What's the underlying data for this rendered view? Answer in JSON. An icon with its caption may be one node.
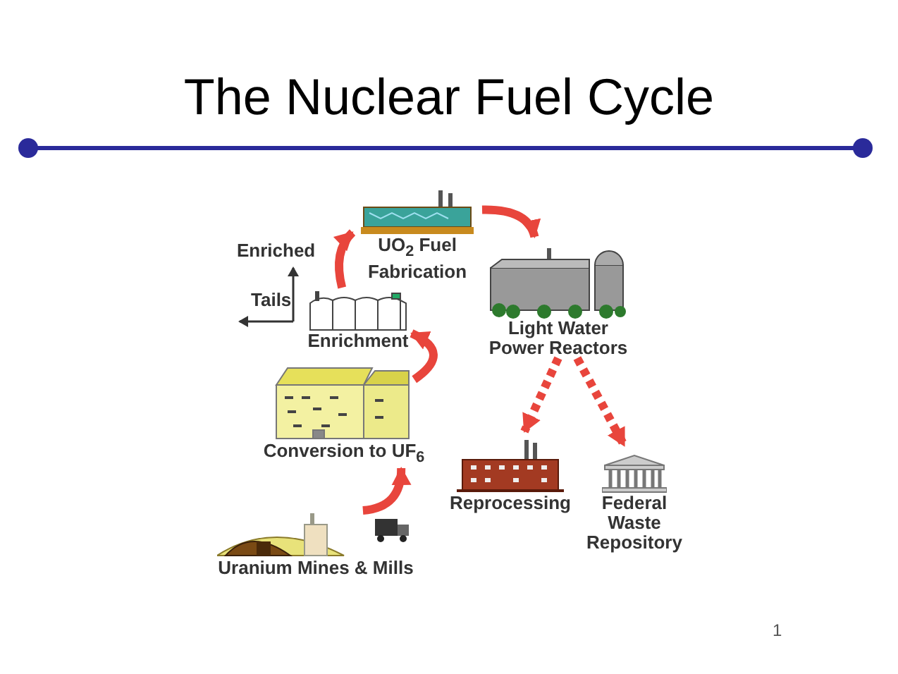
{
  "diagram": {
    "title": "The Nuclear Fuel Cycle",
    "nodes": [
      {
        "text": [
          "UO$_{2}$ Fuel Fabrication"
        ]
      },
      {
        "text": [
          "Enrichment"
        ]
      },
      {
        "text": [
          "Light Water Power Reactors"
        ]
      },
      {
        "text": [
          "Conversion to UF$_{6}$"
        ]
      },
      {
        "text": [
          "Reprocessing"
        ]
      },
      {
        "text": [
          "Federal Waste Repository"
        ]
      },
      {
        "text": [
          "Uranium Mines & Mills"
        ]
      }
    ],
    "edges": [
      {
        "from": 6,
        "to": 3,
        "arrow": "to"
      },
      {
        "from": 3,
        "to": 1,
        "arrow": "to"
      },
      {
        "from": 1,
        "to": 0,
        "arrow": "to"
      },
      {
        "from": 0,
        "to": 2,
        "arrow": "to"
      },
      {
        "from": 2,
        "to": 4,
        "arrow": "to",
        "style": "dashed"
      },
      {
        "from": 2,
        "to": 5,
        "arrow": "to",
        "style": "dashed"
      }
    ],
    "labels": [
      "Enriched",
      "Tails",
      "1"
    ]
  }
}
